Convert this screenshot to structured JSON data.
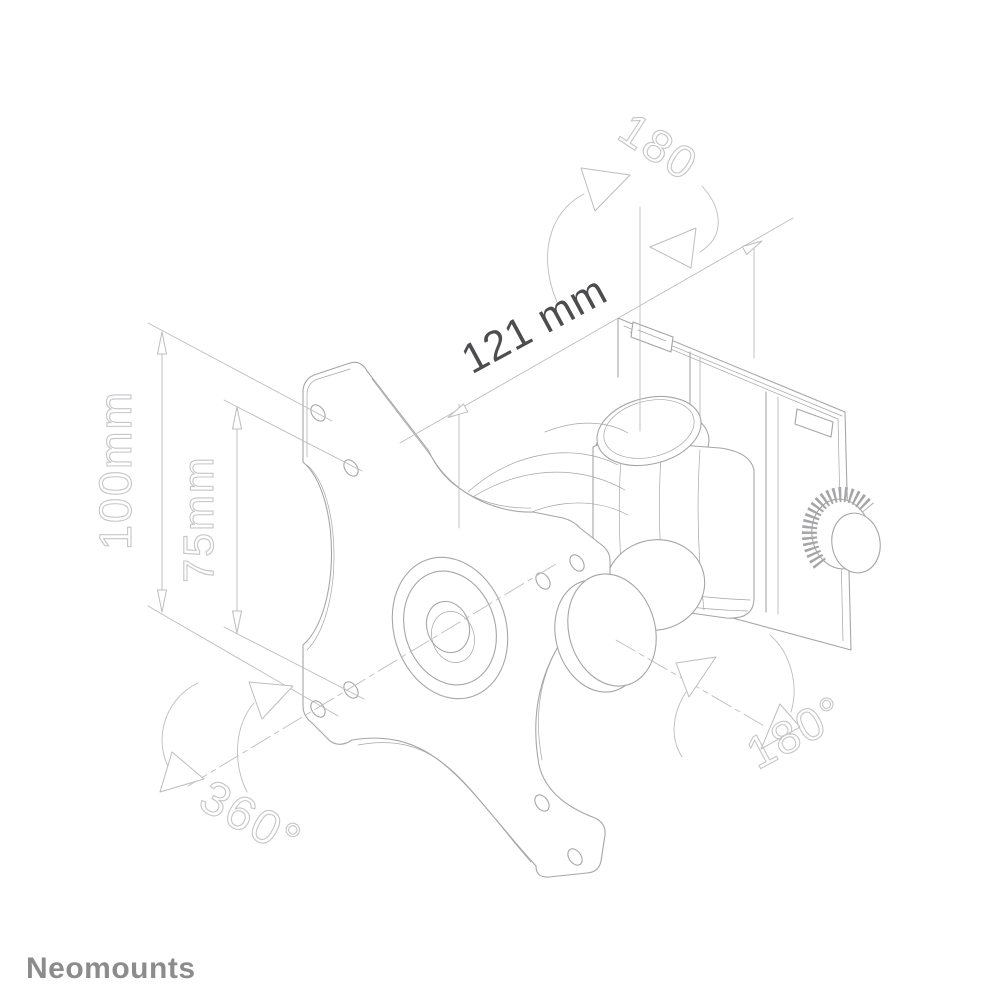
{
  "brand": {
    "name": "Neomounts"
  },
  "annotations": {
    "depth": "121 mm",
    "vesa_outer": "100mm",
    "vesa_inner": "75mm",
    "swivel_top": "180",
    "rotate": "360°",
    "swivel_bottom": "180°"
  },
  "colors": {
    "line": "#a6a6a8",
    "dim_line": "#bdbdbf",
    "label_outline": "#c6c6c8",
    "label_dark": "#4d4d4f",
    "brand": "#8c8c8c"
  }
}
